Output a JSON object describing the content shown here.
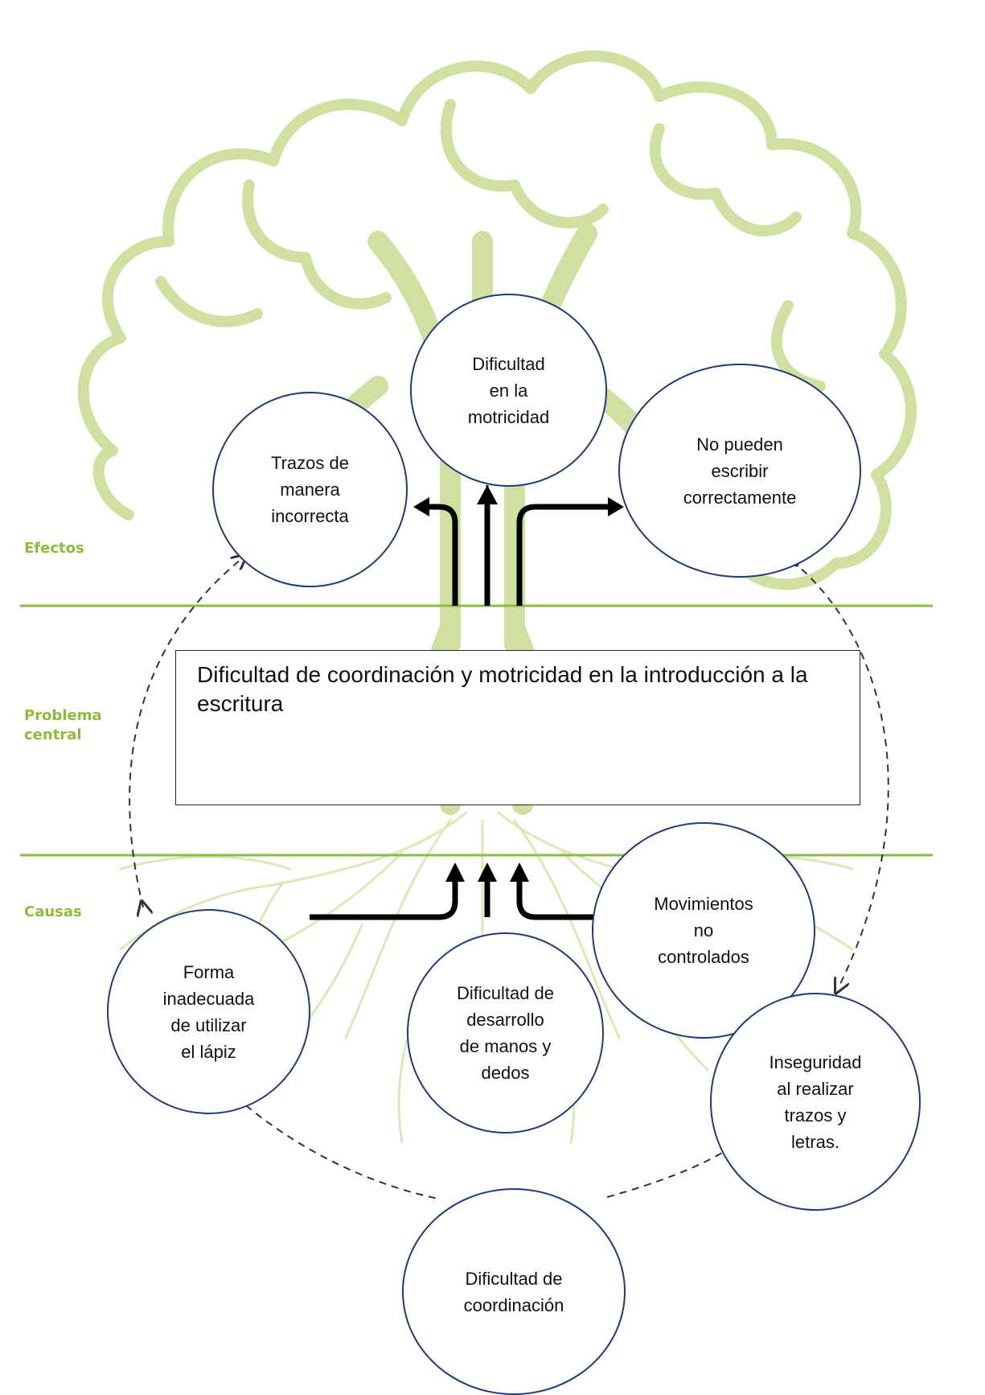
{
  "labels": {
    "effects": "Efectos",
    "central": "Problema\ncentral",
    "causes": "Causas"
  },
  "central_problem": "Dificultad de coordinación y motricidad en la introducción a la escritura",
  "effects": [
    "Dificultad\nen la\nmotricidad",
    "Trazos de\nmanera\nincorrecta",
    "No pueden\nescribir\ncorrectamente"
  ],
  "causes": [
    "Forma\ninadecuada\nde utilizar\nel lápiz",
    "Movimientos\nno\ncontrolados",
    "Dificultad de\ndesarrollo\nde manos y\ndedos",
    "Inseguridad\nal realizar\ntrazos y\nletras.",
    "Dificultad de\ncoordinación"
  ],
  "colors": {
    "tree": "#cfe0a0",
    "label": "#8ebc3a",
    "line": "#8ebc3a",
    "circle_border": "#1f3b7a",
    "arrow": "#000000"
  }
}
